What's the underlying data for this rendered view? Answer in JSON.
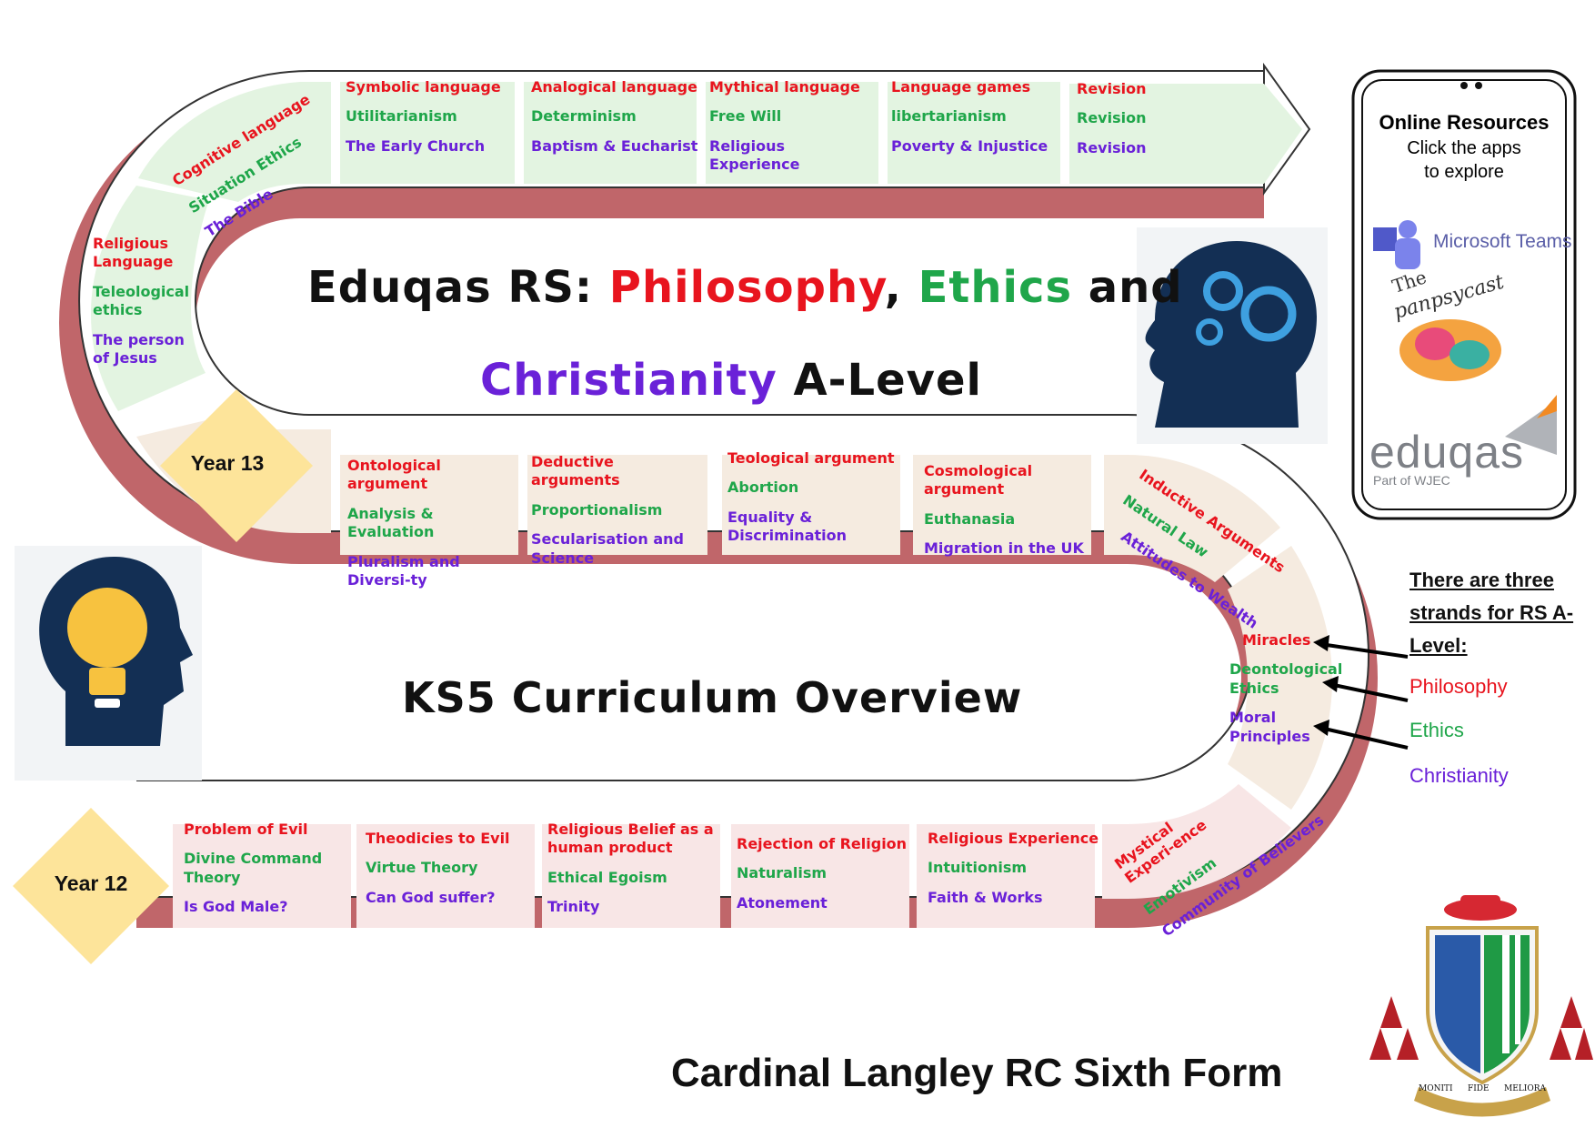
{
  "title": {
    "line1_prefix": "Eduqas RS: ",
    "philosophy": "Philosophy",
    "comma": ", ",
    "ethics": "Ethics",
    "and": " and",
    "christianity": "Christianity",
    "alevel": " A-Level"
  },
  "subtitle": "KS5 Curriculum Overview",
  "school": "Cardinal Langley RC Sixth Form",
  "year13": "Year 13",
  "year12": "Year 12",
  "row1": [
    {
      "p": "Symbolic language",
      "e": "Utilitarianism",
      "c": "The Early Church"
    },
    {
      "p": "Analogical language",
      "e": "Determinism",
      "c": "Baptism & Eucharist"
    },
    {
      "p": "Mythical language",
      "e": "Free Will",
      "c": "Religious Experience"
    },
    {
      "p": "Language games",
      "e": "libertarianism",
      "c": "Poverty & Injustice"
    },
    {
      "p": "Revision",
      "e": "Revision",
      "c": "Revision"
    }
  ],
  "curve_top_diag": {
    "p": "Cognitive language",
    "e": "Situation Ethics",
    "c": "The Bible"
  },
  "left_curve": {
    "p": "Religious Language",
    "e": "Teleological ethics",
    "c": "The person of Jesus"
  },
  "row2": [
    {
      "p": "Ontological argument",
      "e": "Analysis & Evaluation",
      "c": "Pluralism and Diversi-ty"
    },
    {
      "p": "Deductive arguments",
      "e": "Proportionalism",
      "c": "Secularisation and Science"
    },
    {
      "p": "Teological argument",
      "e": "Abortion",
      "c": "Equality & Discrimination"
    },
    {
      "p": "Cosmological argument",
      "e": "Euthanasia",
      "c": "Migration in the UK"
    }
  ],
  "right_diag": {
    "p": "Inductive Arguments",
    "e": "Natural Law",
    "c": "Attitudes to Wealth"
  },
  "right_curve": {
    "p": "Miracles",
    "e": "Deontological Ethics",
    "c": "Moral Principles"
  },
  "row3": [
    {
      "p": "Problem of Evil",
      "e": "Divine Command Theory",
      "c": "Is God Male?"
    },
    {
      "p": "Theodicies to Evil",
      "e": "Virtue Theory",
      "c": "Can God suffer?"
    },
    {
      "p": "Religious Belief as a human product",
      "e": "Ethical Egoism",
      "c": "Trinity"
    },
    {
      "p": "Rejection of Religion",
      "e": "Naturalism",
      "c": "Atonement"
    },
    {
      "p": "Religious Experience",
      "e": "Intuitionism",
      "c": "Faith & Works"
    }
  ],
  "bottom_diag": {
    "p": "Mystical Experi-ence",
    "e": "Emotivism",
    "c": "Community of Believers"
  },
  "phone": {
    "heading": "Online Resources",
    "line1": "Click the apps",
    "line2": "to explore",
    "teams": "Microsoft Teams",
    "panpsy_the": "The",
    "panpsy": "panpsycast",
    "eduqas": "eduqas",
    "eduqas_sub": "Part of WJEC"
  },
  "legend": {
    "heading_l1": "There are three",
    "heading_l2": "strands for RS A-",
    "heading_l3": "Level:",
    "philosophy": "Philosophy",
    "ethics": "Ethics",
    "christianity": "Christianity"
  },
  "crest_motto": [
    "MONITI",
    "FIDE",
    "MELIORA"
  ],
  "colors": {
    "philosophy": "#e8141e",
    "ethics": "#1fa64a",
    "christianity": "#6a21d8",
    "road_shadow": "#c0666a",
    "year_diamond": "#fde49a",
    "head_icon": "#132f54"
  }
}
